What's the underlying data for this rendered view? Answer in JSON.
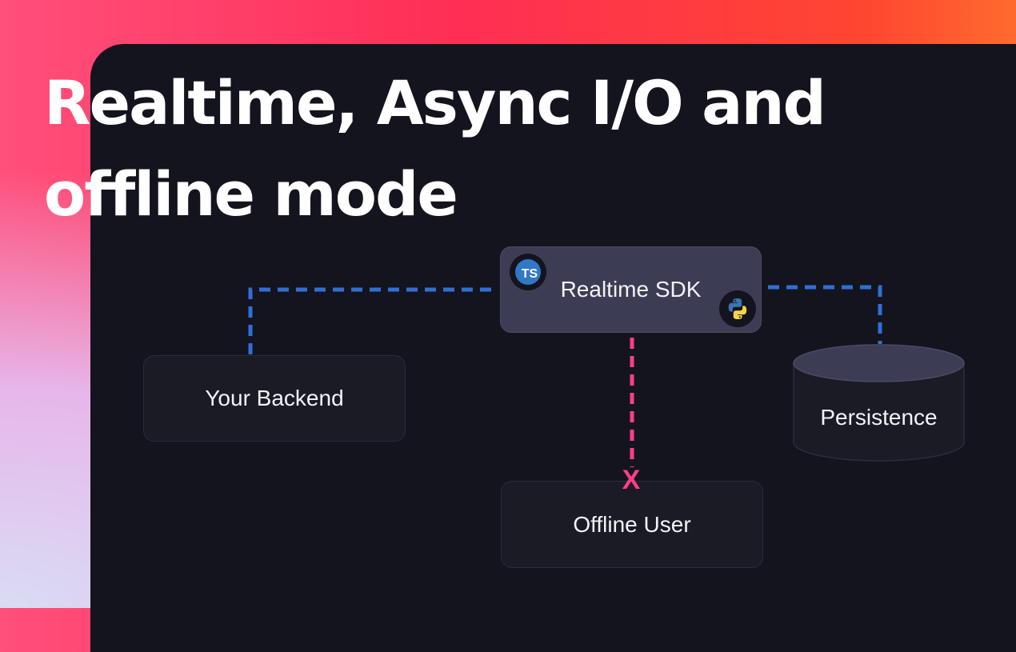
{
  "headline": {
    "line1": "Realtime, Async I/O and",
    "line2": "offline mode"
  },
  "nodes": {
    "sdk": {
      "label": "Realtime SDK",
      "ts_badge": "TS",
      "icons": [
        "typescript-icon",
        "python-icon"
      ]
    },
    "backend": {
      "label": "Your Backend"
    },
    "persistence": {
      "label": "Persistence"
    },
    "offline_user": {
      "label": "Offline User"
    }
  },
  "connection_markers": {
    "blocked": "X"
  },
  "colors": {
    "panel": "#14141f",
    "sdk_box": "#3c3c54",
    "node_box": "#1b1b26",
    "link_online": "#2f6fd6",
    "link_offline": "#ff3f84",
    "typescript": "#3178c6",
    "python_blue": "#3a75b0",
    "python_yellow": "#f7d148"
  }
}
